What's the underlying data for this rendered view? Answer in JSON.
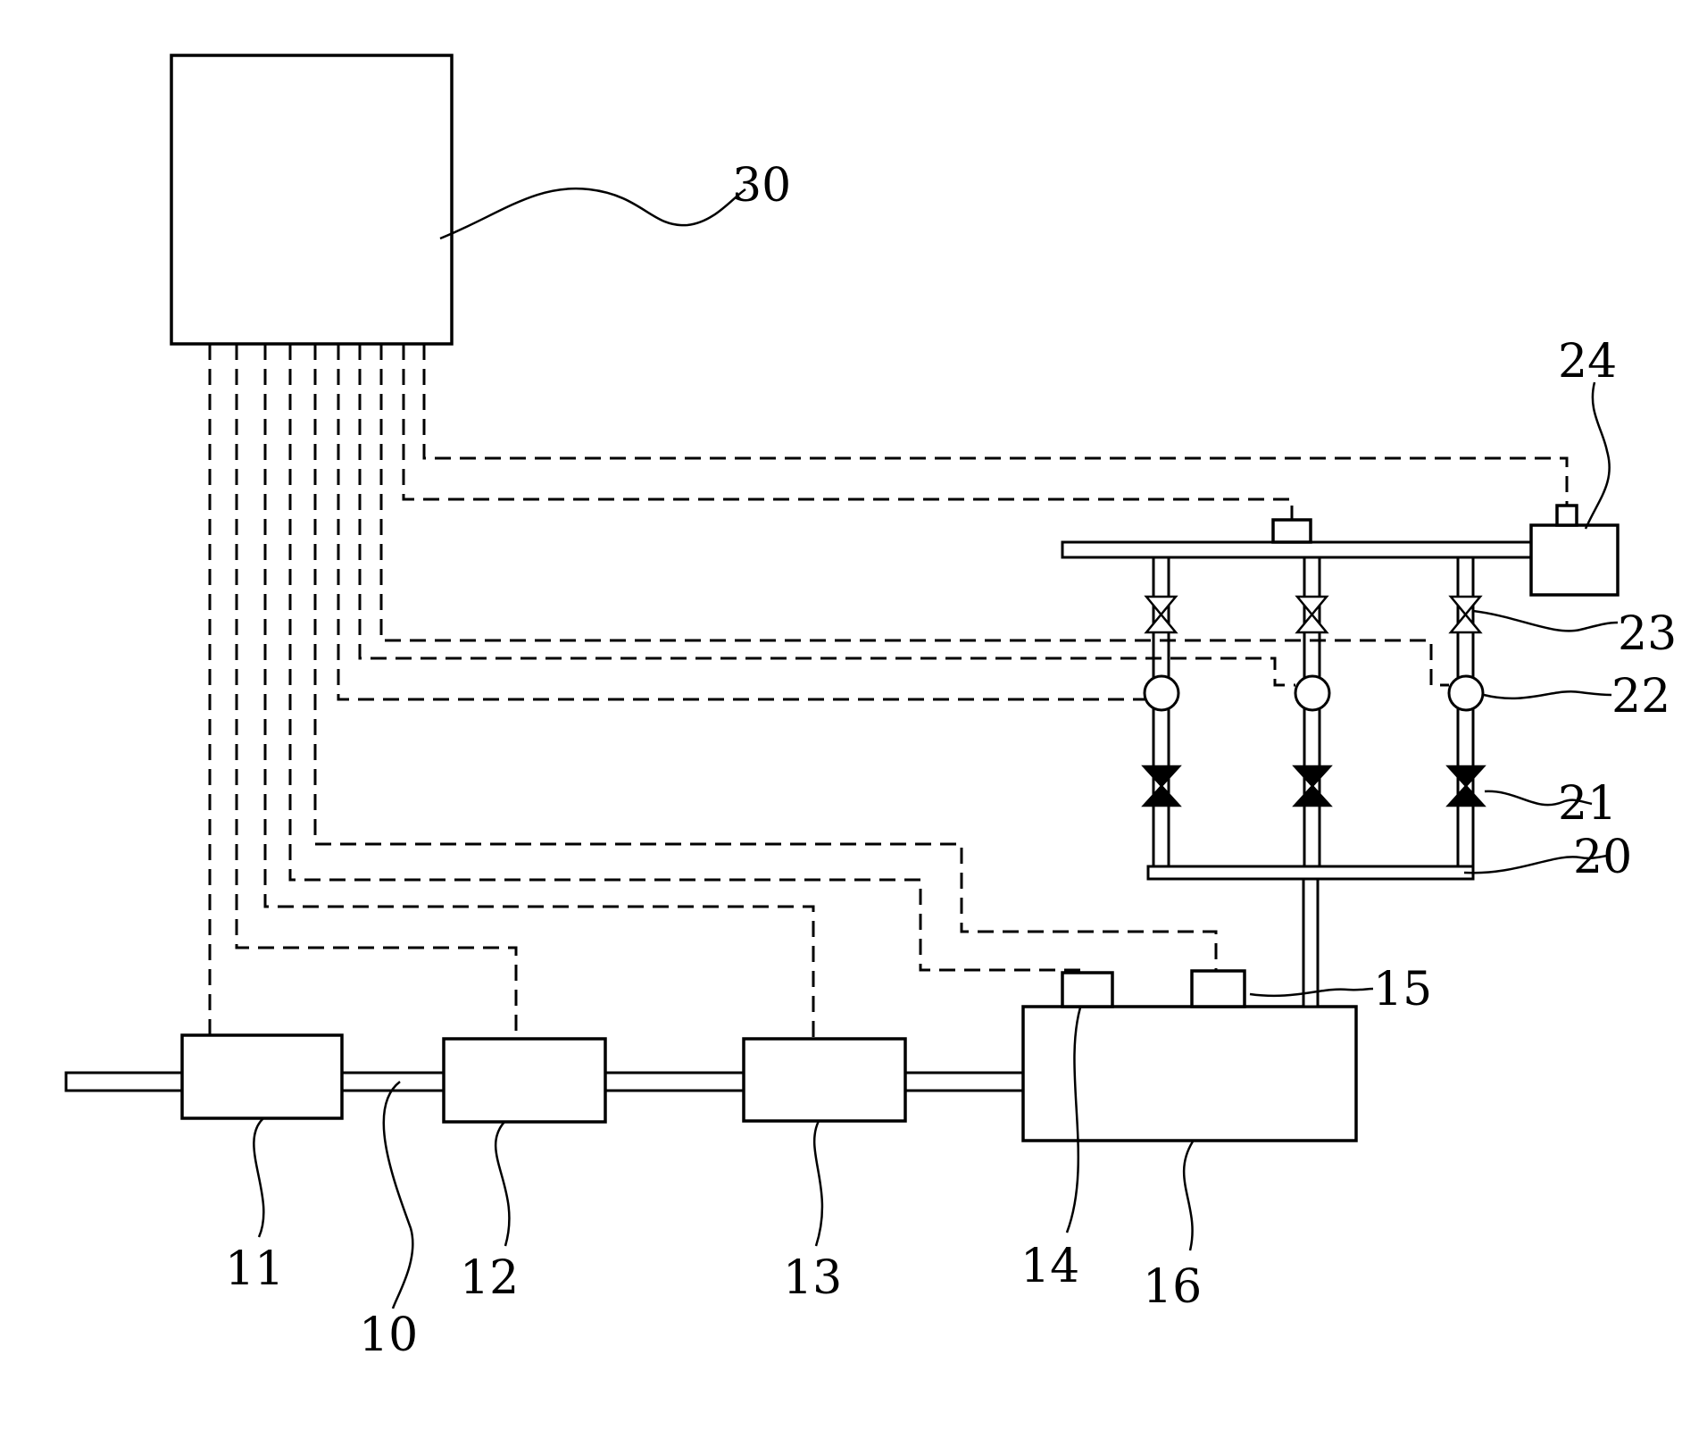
{
  "labels": {
    "l10": "10",
    "l11": "11",
    "l12": "12",
    "l13": "13",
    "l14": "14",
    "l15": "15",
    "l16": "16",
    "l20": "20",
    "l21": "21",
    "l22": "22",
    "l23": "23",
    "l24": "24",
    "l30": "30"
  }
}
